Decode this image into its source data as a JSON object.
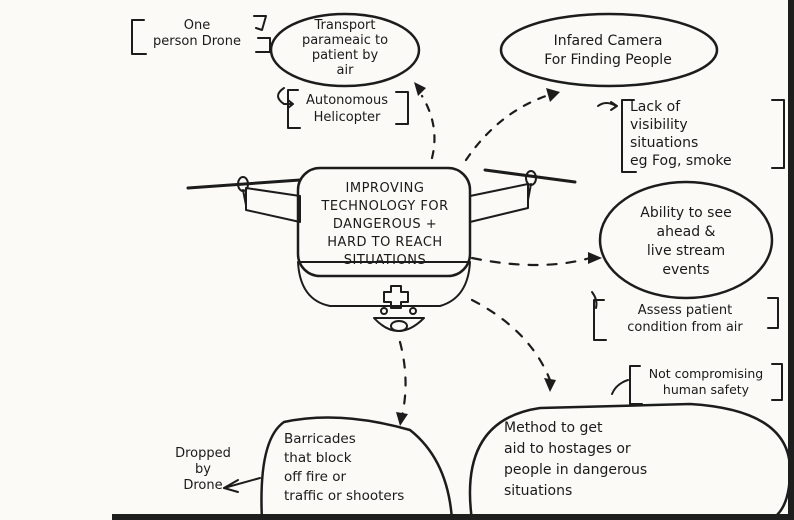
{
  "nodes": {
    "center": {
      "text": "IMPROVING\nTECHNOLOGY FOR\nDANGEROUS +\nHARD TO REACH\nSITUATIONS"
    },
    "transport": {
      "text": "Transport\nparameaic to\npatient by\nair"
    },
    "one_person_drone": {
      "text": "One\nperson Drone"
    },
    "autonomous_helicopter": {
      "text": "Autonomous\nHelicopter"
    },
    "infrared_camera": {
      "text": "Infared Camera\nFor Finding People"
    },
    "lack_of_visibility": {
      "text": "Lack of\nvisibility\nsituations\neg Fog, smoke"
    },
    "ability_to_see": {
      "text": "Ability to see\nahead &\nlive stream\nevents"
    },
    "assess_patient": {
      "text": "Assess patient\ncondition from air"
    },
    "barricades": {
      "text": "Barricades\nthat block\noff fire or\ntraffic or shooters"
    },
    "dropped_by_drone": {
      "text": "Dropped\nby\nDrone"
    },
    "method_aid": {
      "text": "Method to get\naid to hostages or\npeople in dangerous\nsituations"
    },
    "not_compromising": {
      "text": "Not compromising\nhuman safety"
    }
  },
  "colors": {
    "ink": "#1c1c1c",
    "paper": "#fbfaf7",
    "border": "#1e1e1e"
  },
  "icons": [
    "drone-icon",
    "medical-cross-icon",
    "camera-lens-icon"
  ]
}
